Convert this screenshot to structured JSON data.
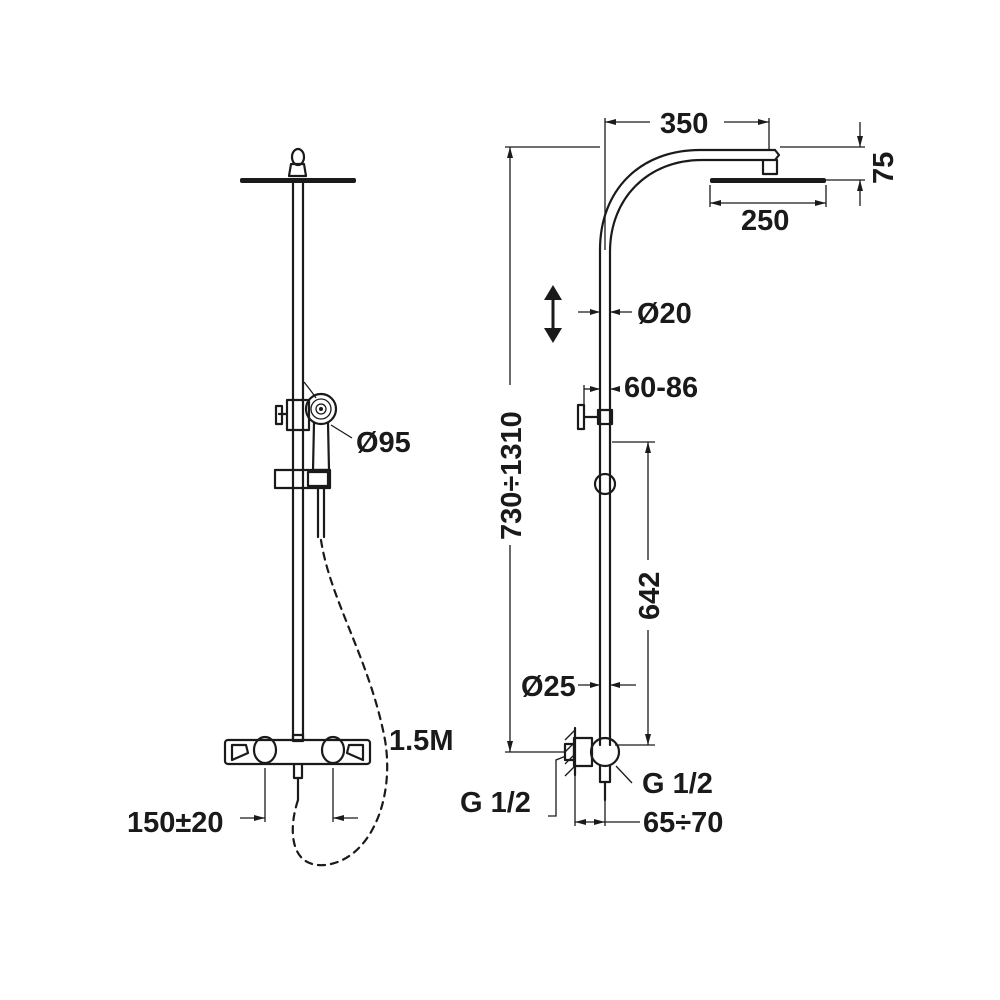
{
  "front_view": {
    "handshower_diameter": "Ø95",
    "hose_length": "1.5M",
    "inlet_spacing": "150±20"
  },
  "side_view": {
    "overhead_arm_reach": "350",
    "head_height": "75",
    "head_diameter": "250",
    "upper_pipe_diameter": "Ø20",
    "holder_range": "60-86",
    "height_range": "730÷1310",
    "rail_length": "642",
    "lower_pipe_diameter": "Ø25",
    "wall_connection": "G 1/2",
    "outlet_connection": "G 1/2",
    "wall_offset": "65÷70"
  }
}
